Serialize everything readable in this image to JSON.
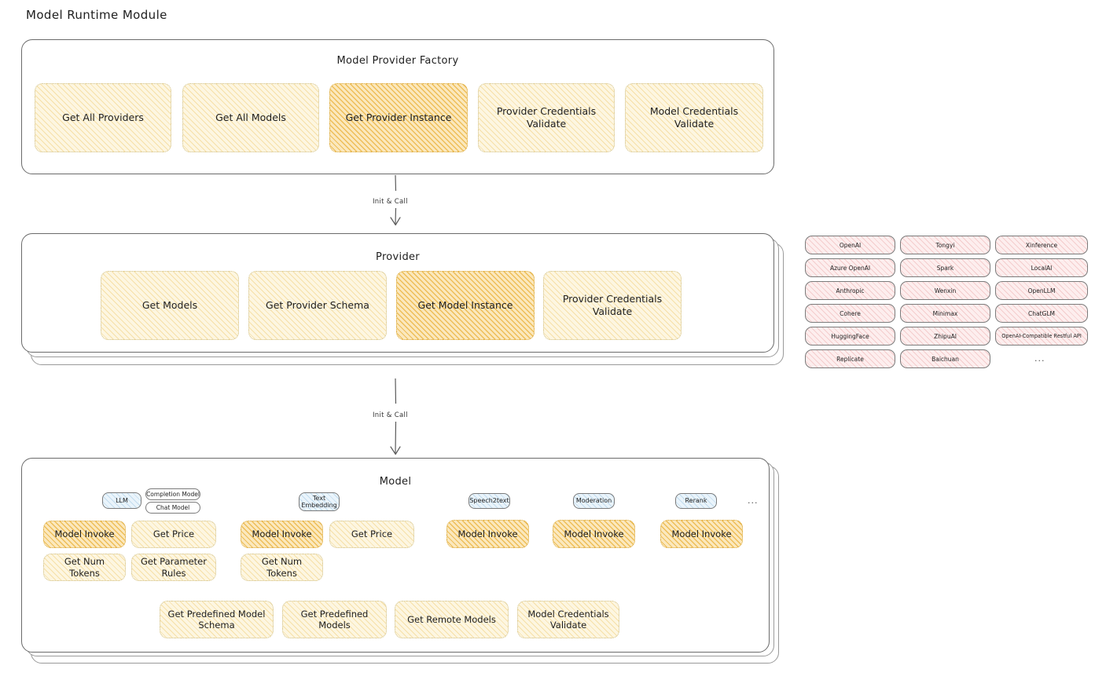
{
  "title": "Model Runtime Module",
  "factory": {
    "title": "Model Provider Factory",
    "items": [
      {
        "label": "Get All Providers",
        "highlight": false
      },
      {
        "label": "Get All Models",
        "highlight": false
      },
      {
        "label": "Get Provider Instance",
        "highlight": true
      },
      {
        "label": "Provider Credentials Validate",
        "highlight": false
      },
      {
        "label": "Model Credentials Validate",
        "highlight": false
      }
    ]
  },
  "arrows": [
    {
      "label": "Init & Call"
    },
    {
      "label": "Init & Call"
    }
  ],
  "provider": {
    "title": "Provider",
    "items": [
      {
        "label": "Get Models",
        "highlight": false
      },
      {
        "label": "Get Provider Schema",
        "highlight": false
      },
      {
        "label": "Get Model Instance",
        "highlight": true
      },
      {
        "label": "Provider Credentials Validate",
        "highlight": false
      }
    ]
  },
  "provider_list": {
    "columns": [
      [
        "OpenAI",
        "Azure OpenAI",
        "Anthropic",
        "Cohere",
        "HuggingFace",
        "Replicate"
      ],
      [
        "Tongyi",
        "Spark",
        "Wenxin",
        "Minimax",
        "ZhipuAI",
        "Baichuan"
      ],
      [
        "Xinference",
        "LocalAI",
        "OpenLLM",
        "ChatGLM",
        "OpenAI-Compatible Restful API"
      ]
    ],
    "more": "..."
  },
  "model": {
    "title": "Model",
    "more": "...",
    "types": [
      {
        "tag": "LLM",
        "subtags": [
          "Completion Model",
          "Chat Model"
        ],
        "methods": [
          {
            "label": "Model Invoke",
            "highlight": true
          },
          {
            "label": "Get Price",
            "highlight": false
          },
          {
            "label": "Get Num Tokens",
            "highlight": false
          },
          {
            "label": "Get Parameter Rules",
            "highlight": false
          }
        ]
      },
      {
        "tag": "Text Embedding",
        "subtags": [],
        "methods": [
          {
            "label": "Model Invoke",
            "highlight": true
          },
          {
            "label": "Get Price",
            "highlight": false
          },
          {
            "label": "Get Num Tokens",
            "highlight": false
          }
        ]
      },
      {
        "tag": "Speech2text",
        "subtags": [],
        "methods": [
          {
            "label": "Model Invoke",
            "highlight": true
          }
        ]
      },
      {
        "tag": "Moderation",
        "subtags": [],
        "methods": [
          {
            "label": "Model Invoke",
            "highlight": true
          }
        ]
      },
      {
        "tag": "Rerank",
        "subtags": [],
        "methods": [
          {
            "label": "Model Invoke",
            "highlight": true
          }
        ]
      }
    ],
    "common_methods": [
      "Get Predefined Model Schema",
      "Get Predefined Models",
      "Get Remote Models",
      "Model Credentials Validate"
    ]
  },
  "colors": {
    "yellow_fill": "#fdf6e1",
    "amber_fill": "#fbe8bd",
    "pink_fill": "#fdeeee",
    "blue_fill": "#eaf4fb",
    "stroke": "#6b6b6b",
    "text": "#1e1e1e"
  }
}
